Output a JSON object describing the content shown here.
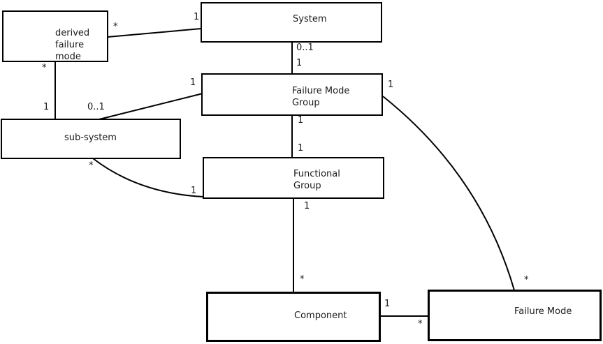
{
  "diagram": {
    "type": "uml-class-diagram",
    "background_color": "#ffffff",
    "line_color": "#000000",
    "text_color": "#1a1a1a",
    "nodes": [
      {
        "id": "derived-failure-mode",
        "label": "derived\nfailure\nmode"
      },
      {
        "id": "system",
        "label": "System"
      },
      {
        "id": "failure-mode-group",
        "label": "Failure Mode\nGroup"
      },
      {
        "id": "sub-system",
        "label": "sub-system"
      },
      {
        "id": "functional-group",
        "label": "Functional\nGroup"
      },
      {
        "id": "component",
        "label": "Component"
      },
      {
        "id": "failure-mode",
        "label": "Failure Mode"
      }
    ],
    "associations": [
      {
        "between": [
          "derived-failure-mode",
          "system"
        ],
        "end_labels": [
          "*",
          "1"
        ]
      },
      {
        "between": [
          "derived-failure-mode",
          "sub-system"
        ],
        "end_labels": [
          "*",
          "1"
        ]
      },
      {
        "between": [
          "system",
          "failure-mode-group"
        ],
        "end_labels": [
          "0..1",
          "1"
        ]
      },
      {
        "between": [
          "sub-system",
          "failure-mode-group"
        ],
        "end_labels": [
          "0..1",
          "1"
        ]
      },
      {
        "between": [
          "failure-mode-group",
          "functional-group"
        ],
        "end_labels": [
          "1",
          "1"
        ]
      },
      {
        "between": [
          "sub-system",
          "functional-group"
        ],
        "end_labels": [
          "*",
          "1"
        ]
      },
      {
        "between": [
          "functional-group",
          "component"
        ],
        "end_labels": [
          "1",
          "*"
        ]
      },
      {
        "between": [
          "component",
          "failure-mode"
        ],
        "end_labels": [
          "1",
          "*"
        ]
      },
      {
        "between": [
          "failure-mode-group",
          "failure-mode"
        ],
        "end_labels": [
          "1",
          "*"
        ]
      }
    ]
  }
}
